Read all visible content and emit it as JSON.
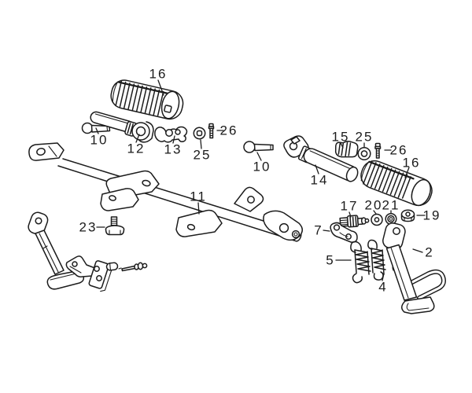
{
  "page": {
    "background": "#ffffff",
    "ink": "#1c1c1c"
  },
  "diagram": {
    "kind": "exploded-parts-line-drawing",
    "labels": [
      {
        "ref": "footpeg-rubber-left",
        "text": "16"
      },
      {
        "ref": "pin-left",
        "text": "10"
      },
      {
        "ref": "footpeg-bar-left",
        "text": "12"
      },
      {
        "ref": "step-bracket",
        "text": "13"
      },
      {
        "ref": "washer-left",
        "text": "25"
      },
      {
        "ref": "bolt-left",
        "text": "26"
      },
      {
        "ref": "pin-right",
        "text": "10"
      },
      {
        "ref": "main-step-bar",
        "text": "11"
      },
      {
        "ref": "flange-bolt",
        "text": "23"
      },
      {
        "ref": "footpeg-bar-right",
        "text": "14"
      },
      {
        "ref": "clamp",
        "text": "15"
      },
      {
        "ref": "washer-right",
        "text": "25"
      },
      {
        "ref": "bolt-right",
        "text": "26"
      },
      {
        "ref": "footpeg-rubber-right",
        "text": "16"
      },
      {
        "ref": "pivot-bolt",
        "text": "17"
      },
      {
        "ref": "washer-20",
        "text": "20"
      },
      {
        "ref": "washer-21",
        "text": "21"
      },
      {
        "ref": "nut",
        "text": "19"
      },
      {
        "ref": "stand-lever",
        "text": "7"
      },
      {
        "ref": "spring-outer",
        "text": "5"
      },
      {
        "ref": "side-stand",
        "text": "2"
      },
      {
        "ref": "spring-inner",
        "text": "4"
      }
    ]
  }
}
